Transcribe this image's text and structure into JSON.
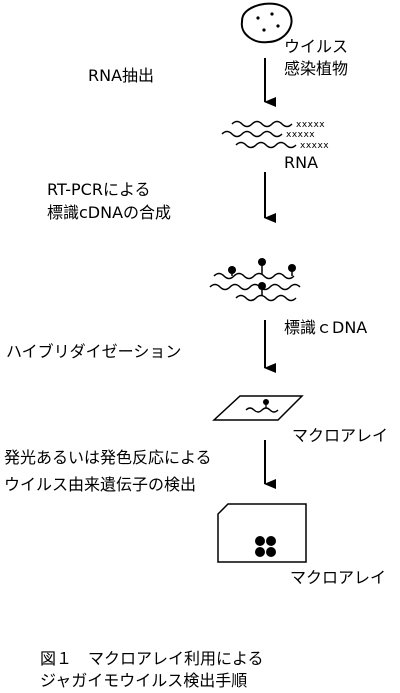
{
  "diagram": {
    "step1_source": "ウイルス\n感染植物",
    "step1_process": "RNA抽出",
    "step2_sample": "RNA",
    "step2_process": "RT-PCRによる\n標識cDNAの合成",
    "step3_sample": "標識ｃDNA",
    "step3_process": "ハイブリダイゼーション",
    "step4_sample": "マクロアレイ",
    "step4_process": "発光あるいは発色反応による\nウイルス由来遺伝子の検出",
    "step5_sample": "マクロアレイ",
    "rna_tail_marks": [
      "xxxxx",
      "xxxxx",
      "xxxxx"
    ]
  },
  "caption": {
    "line1": "図１　マクロアレイ利用による",
    "line2": "ジャガイモウイルス検出手順"
  }
}
